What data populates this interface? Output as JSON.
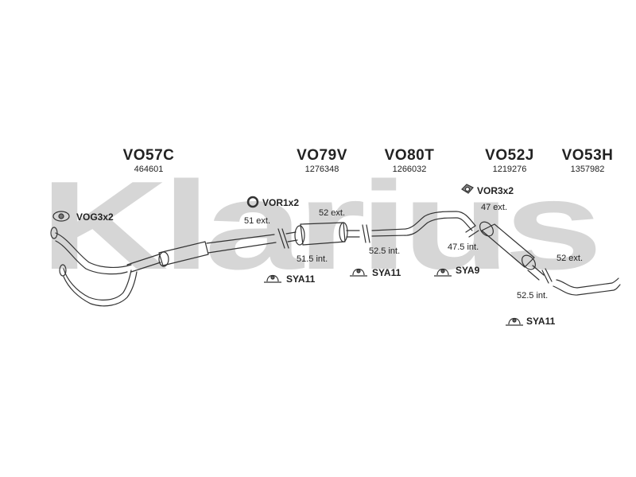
{
  "watermark": {
    "text": "Klarius",
    "color": "#d6d6d6"
  },
  "parts": [
    {
      "code": "VO57C",
      "number": "464601"
    },
    {
      "code": "VO79V",
      "number": "1276348"
    },
    {
      "code": "VO80T",
      "number": "1266032"
    },
    {
      "code": "VO52J",
      "number": "1219276"
    },
    {
      "code": "VO53H",
      "number": "1357982"
    }
  ],
  "accessories": {
    "vog": "VOG3x2",
    "vor1": "VOR1x2",
    "vor3": "VOR3x2",
    "sya11_a": "SYA11",
    "sya11_b": "SYA11",
    "sya9": "SYA9",
    "sya11_c": "SYA11"
  },
  "dimensions": {
    "d1": "51 ext.",
    "d2": "51.5 int.",
    "d3": "52 ext.",
    "d4": "52.5 int.",
    "d5": "47 ext.",
    "d6": "47.5 int.",
    "d7": "52 ext.",
    "d8": "52.5 int."
  }
}
